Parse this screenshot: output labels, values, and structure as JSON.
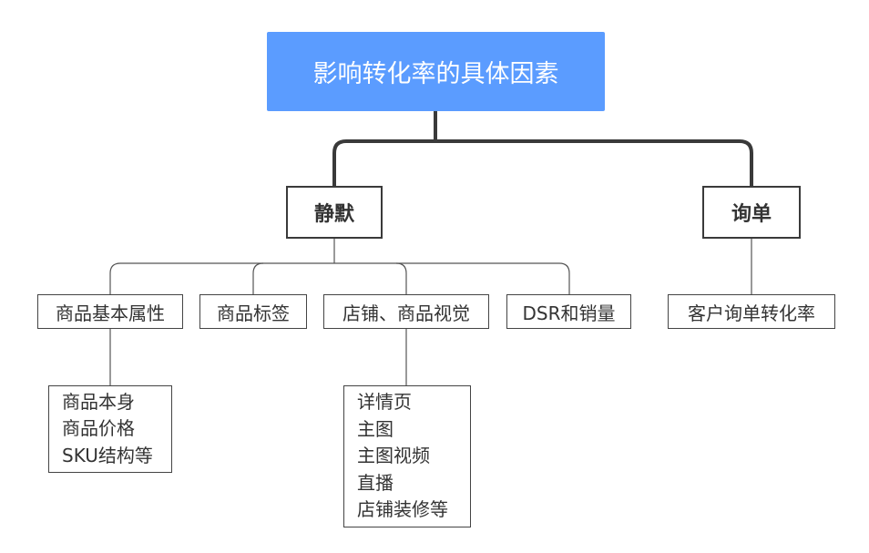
{
  "diagram": {
    "root": "影响转化率的具体因素",
    "branches": [
      {
        "label": "静默",
        "children": [
          {
            "label": "商品基本属性",
            "details": [
              "商品本身",
              "商品价格",
              "SKU结构等"
            ]
          },
          {
            "label": "商品标签"
          },
          {
            "label": "店铺、商品视觉",
            "details": [
              "详情页",
              "主图",
              "主图视频",
              "直播",
              "店铺装修等"
            ]
          },
          {
            "label": "DSR和销量"
          }
        ]
      },
      {
        "label": "询单",
        "children": [
          {
            "label": "客户询单转化率"
          }
        ]
      }
    ]
  },
  "colors": {
    "root_fill": "#5b9cff",
    "root_text": "#ffffff",
    "thick_connector": "#3a3a3a",
    "thin_connector": "#555555",
    "node_text": "#333333"
  }
}
